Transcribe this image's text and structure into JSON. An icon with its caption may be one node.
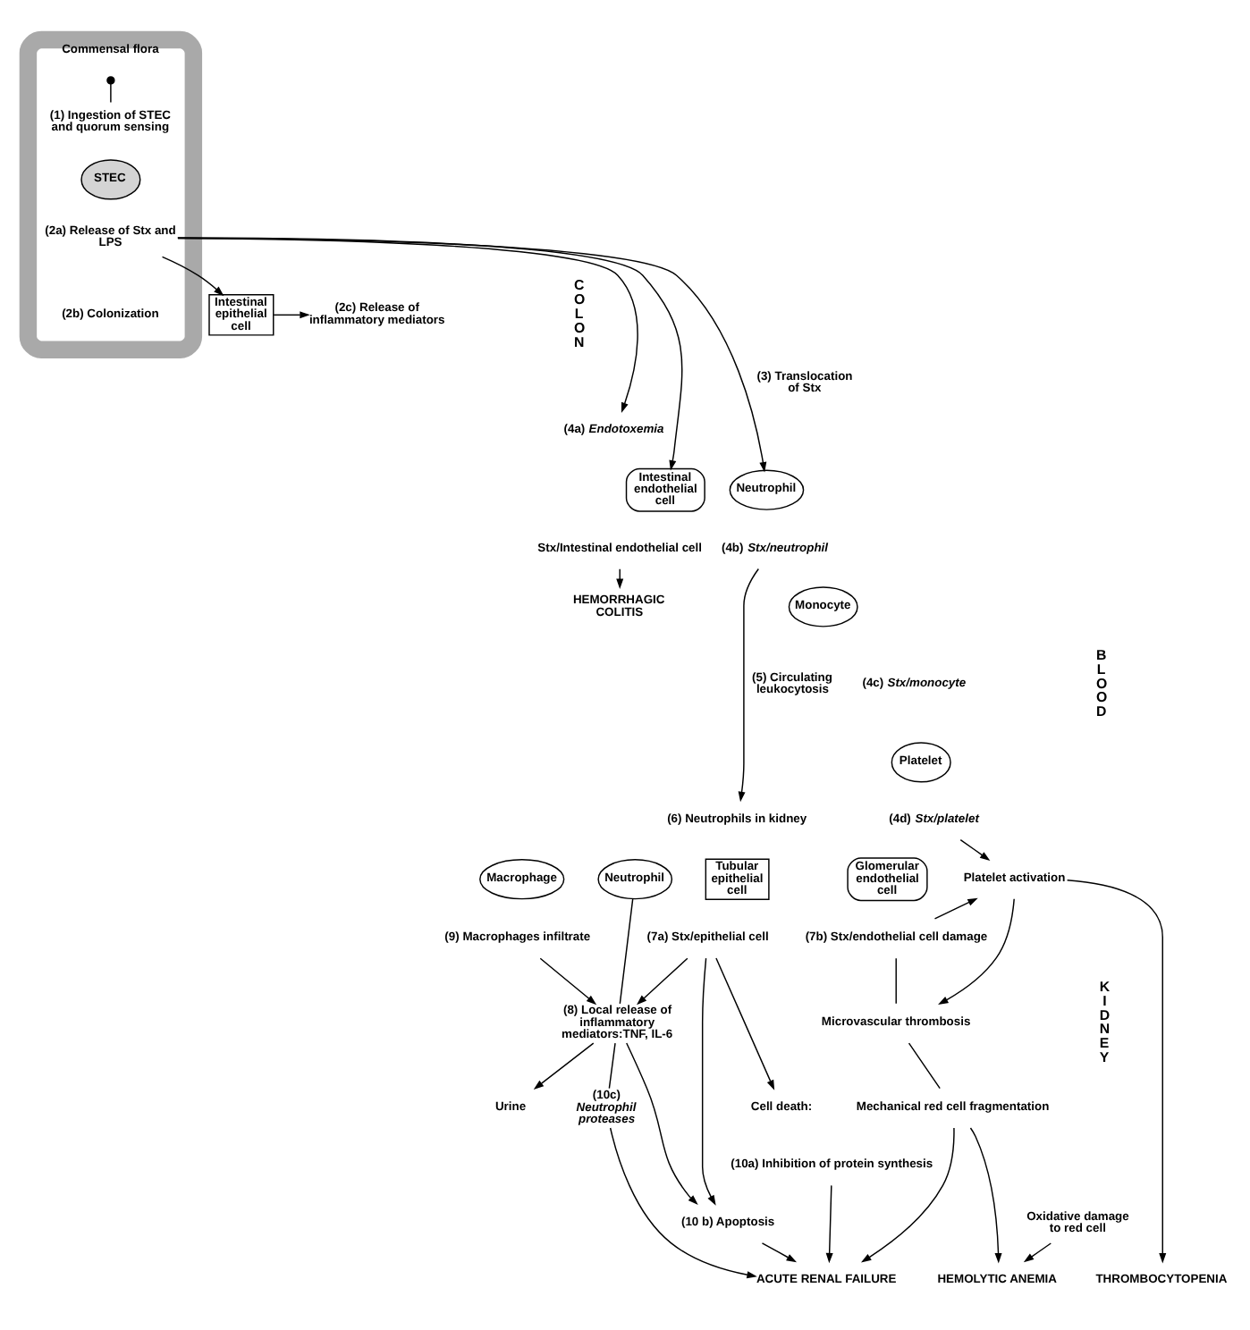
{
  "diagram": {
    "nodes": [
      {
        "text": [
          "Commensal flora"
        ]
      },
      {
        "text": [],
        "shape": "circle",
        "in": 0
      },
      {
        "text": [
          "(1) Ingestion of STEC and quorum sensing"
        ],
        "in": 0
      },
      {
        "text": [
          "STEC"
        ],
        "in": 0
      },
      {
        "text": [
          "(2a) Release of Stx and LPS"
        ],
        "in": 0
      },
      {
        "text": [
          "(2b) Colonization"
        ],
        "in": 0
      },
      {
        "text": [
          "Intestinal epithelial cell"
        ]
      },
      {
        "text": [
          "(2c) Release of inflammatory mediators"
        ]
      },
      {
        "text": [
          "(4a) *Endotoxemia*"
        ]
      },
      {
        "text": [
          "Intestinal endothelial cell"
        ]
      },
      {
        "text": [
          "Stx/Intestinal endothelial cell"
        ]
      },
      {
        "text": [
          "HEMORRHAGIC COLITIS"
        ]
      },
      {
        "text": [
          "Neutrophil"
        ]
      },
      {
        "text": [
          "(4b) *Stx/neutrophil*"
        ]
      },
      {
        "text": [
          "Monocyte"
        ]
      },
      {
        "text": [
          "(4c) *Stx/monocyte*"
        ]
      },
      {
        "text": [
          "Platelet"
        ]
      },
      {
        "text": [
          "(4d) *Stx/platelet*"
        ]
      },
      {
        "text": [
          "(6) Neutrophils in kidney"
        ]
      },
      {
        "text": [
          "Macrophage"
        ]
      },
      {
        "text": [
          "Neutrophil"
        ]
      },
      {
        "text": [
          "Tubular epithelial cell"
        ]
      },
      {
        "text": [
          "Glomerular endothelial cell"
        ]
      },
      {
        "text": [
          "(9) Macrophages infiltrate"
        ]
      },
      {
        "text": [
          "(7a) Stx/epithelial cell"
        ]
      },
      {
        "text": [
          "(7b) Stx/endothelial cell damage"
        ]
      },
      {
        "text": [
          "Platelet activation"
        ]
      },
      {
        "text": [
          "(8) Local release of inflammatory mediators:TNF, IL-6"
        ]
      },
      {
        "text": [
          "Microvascular thrombosis"
        ]
      },
      {
        "text": [
          "Urine"
        ]
      },
      {
        "text": [
          "Cell death:"
        ]
      },
      {
        "text": [
          "(10a) Inhibition of protein synthesis"
        ]
      },
      {
        "text": [
          "Mechanical red cell fragmentation"
        ]
      },
      {
        "text": [
          "(10 b) Apoptosis"
        ]
      },
      {
        "text": [
          "(10c) *Neutrophil proteases*"
        ]
      },
      {
        "text": [
          "Oxidative damage to red cell"
        ]
      },
      {
        "text": [
          "ACUTE RENAL FAILURE"
        ]
      },
      {
        "text": [
          "HEMOLYTIC ANEMIA"
        ]
      },
      {
        "text": [
          "THROMBOCYTOPENIA"
        ]
      }
    ],
    "edges": [
      {
        "from": 1,
        "to": 2,
        "arrow": "none"
      },
      {
        "from": 4,
        "to": 6,
        "arrow": "to"
      },
      {
        "from": 6,
        "to": 7,
        "arrow": "to"
      },
      {
        "from": 4,
        "to": 8,
        "arrow": "to"
      },
      {
        "from": 4,
        "to": 9,
        "arrow": "to"
      },
      {
        "from": 4,
        "to": 12,
        "arrow": "to",
        "label": "(3) Translocation of Stx"
      },
      {
        "from": 10,
        "to": 11,
        "arrow": "to"
      },
      {
        "from": 13,
        "to": 18,
        "arrow": "to",
        "label": "(5) Circulating leukocytosis"
      },
      {
        "from": 17,
        "to": 26,
        "arrow": "to"
      },
      {
        "from": 23,
        "to": 27,
        "arrow": "to"
      },
      {
        "from": 20,
        "to": 27,
        "arrow": "none"
      },
      {
        "from": 24,
        "to": 27,
        "arrow": "to"
      },
      {
        "from": 27,
        "to": 34,
        "arrow": "none"
      },
      {
        "from": 27,
        "to": 29,
        "arrow": "to"
      },
      {
        "from": 24,
        "to": 30,
        "arrow": "to"
      },
      {
        "from": 24,
        "to": 33,
        "arrow": "to"
      },
      {
        "from": 27,
        "to": 33,
        "arrow": "to"
      },
      {
        "from": 25,
        "to": 26,
        "arrow": "to"
      },
      {
        "from": 26,
        "to": 28,
        "arrow": "to"
      },
      {
        "from": 25,
        "to": 28,
        "arrow": "none"
      },
      {
        "from": 28,
        "to": 32,
        "arrow": "none"
      },
      {
        "from": 34,
        "to": 36,
        "arrow": "to"
      },
      {
        "from": 31,
        "to": 36,
        "arrow": "to"
      },
      {
        "from": 33,
        "to": 36,
        "arrow": "to"
      },
      {
        "from": 32,
        "to": 36,
        "arrow": "to"
      },
      {
        "from": 32,
        "to": 37,
        "arrow": "to"
      },
      {
        "from": 35,
        "to": 37,
        "arrow": "to"
      },
      {
        "from": 26,
        "to": 38,
        "arrow": "to"
      }
    ],
    "labels": [
      "COLON",
      "BLOOD",
      "KIDNEY"
    ]
  }
}
